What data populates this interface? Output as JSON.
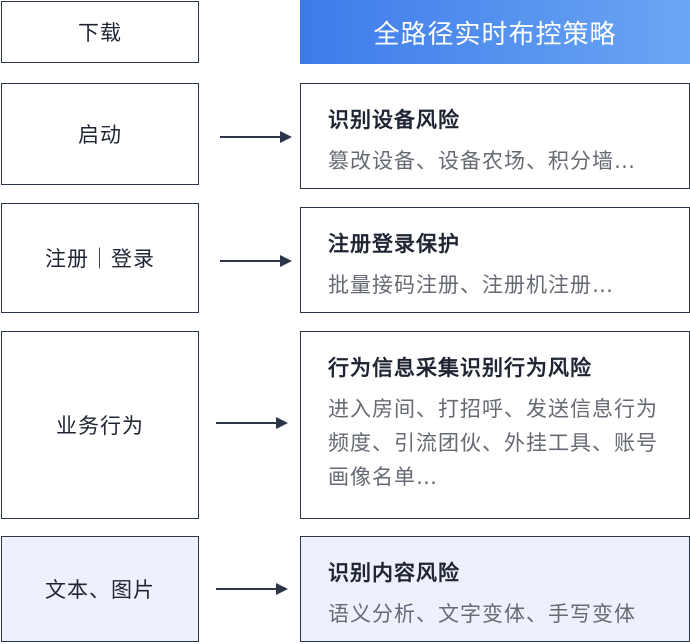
{
  "header": {
    "title": "全路径实时布控策略"
  },
  "stages": [
    {
      "label": "下载"
    },
    {
      "label": "启动"
    },
    {
      "label": "注册｜登录"
    },
    {
      "label": "业务行为"
    },
    {
      "label": "文本、图片"
    }
  ],
  "strategies": [
    {
      "title": "识别设备风险",
      "desc": "篡改设备、设备农场、积分墙…"
    },
    {
      "title": "注册登录保护",
      "desc": "批量接码注册、注册机注册…"
    },
    {
      "title": "行为信息采集识别行为风险",
      "desc": "进入房间、打招呼、发送信息行为频度、引流团伙、外挂工具、账号画像名单…"
    },
    {
      "title": "识别内容风险",
      "desc": "语义分析、文字变体、手写变体"
    }
  ],
  "colors": {
    "border": "#2b3548",
    "accent_start": "#3d7bea",
    "accent_end": "#6aa6f3",
    "light_fill": "#eef1fb"
  }
}
